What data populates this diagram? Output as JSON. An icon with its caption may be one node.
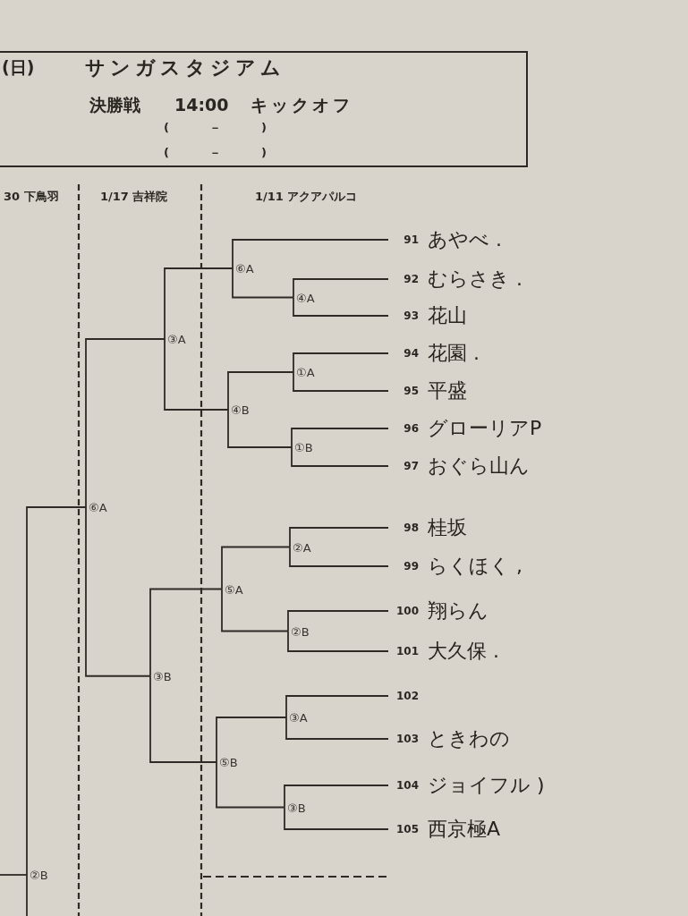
{
  "diagram": {
    "nodes": [
      {
        "text": [
          "(日)",
          "サンガスタジアム",
          "決勝戦",
          "14:00",
          "キックオフ",
          "(　－　)",
          "(　－　)"
        ]
      },
      {
        "text": [
          "91",
          "あやべ ."
        ]
      },
      {
        "text": [
          "92",
          "むらさき ."
        ]
      },
      {
        "text": [
          "93",
          "花山"
        ]
      },
      {
        "text": [
          "94",
          "花園 ."
        ]
      },
      {
        "text": [
          "95",
          "平盛"
        ]
      },
      {
        "text": [
          "96",
          "グローリアP"
        ]
      },
      {
        "text": [
          "97",
          "おぐら山ん"
        ]
      },
      {
        "text": [
          "98",
          "桂坂"
        ]
      },
      {
        "text": [
          "99",
          "らくほく ,"
        ]
      },
      {
        "text": [
          "100",
          "翔らん"
        ]
      },
      {
        "text": [
          "101",
          "大久保 ."
        ]
      },
      {
        "text": [
          "102"
        ]
      },
      {
        "text": [
          "103",
          "ときわの"
        ]
      },
      {
        "text": [
          "104",
          "ジョイフル )"
        ]
      },
      {
        "text": [
          "105",
          "西京極A"
        ]
      },
      {
        "text": [
          "⑥A"
        ]
      },
      {
        "text": [
          "④A"
        ]
      },
      {
        "text": [
          "③A"
        ]
      },
      {
        "text": [
          "①A"
        ]
      },
      {
        "text": [
          "④B"
        ]
      },
      {
        "text": [
          "①B"
        ]
      },
      {
        "text": [
          "⑥A"
        ]
      },
      {
        "text": [
          "②A"
        ]
      },
      {
        "text": [
          "⑤A"
        ]
      },
      {
        "text": [
          "②B"
        ]
      },
      {
        "text": [
          "③B"
        ]
      },
      {
        "text": [
          "③A"
        ]
      },
      {
        "text": [
          "⑤B"
        ]
      },
      {
        "text": [
          "③B"
        ]
      },
      {
        "text": [
          "②B"
        ]
      }
    ],
    "edges": [
      {
        "from": 1,
        "to": 16,
        "arrow": "none"
      },
      {
        "from": 17,
        "to": 16,
        "arrow": "none"
      },
      {
        "from": 2,
        "to": 17,
        "arrow": "none"
      },
      {
        "from": 3,
        "to": 17,
        "arrow": "none"
      },
      {
        "from": 16,
        "to": 18,
        "arrow": "none"
      },
      {
        "from": 20,
        "to": 18,
        "arrow": "none"
      },
      {
        "from": 4,
        "to": 19,
        "arrow": "none"
      },
      {
        "from": 5,
        "to": 19,
        "arrow": "none"
      },
      {
        "from": 19,
        "to": 20,
        "arrow": "none"
      },
      {
        "from": 21,
        "to": 20,
        "arrow": "none"
      },
      {
        "from": 6,
        "to": 21,
        "arrow": "none"
      },
      {
        "from": 7,
        "to": 21,
        "arrow": "none"
      },
      {
        "from": 18,
        "to": 22,
        "arrow": "none"
      },
      {
        "from": 26,
        "to": 22,
        "arrow": "none"
      },
      {
        "from": 8,
        "to": 23,
        "arrow": "none"
      },
      {
        "from": 9,
        "to": 23,
        "arrow": "none"
      },
      {
        "from": 23,
        "to": 24,
        "arrow": "none"
      },
      {
        "from": 25,
        "to": 24,
        "arrow": "none"
      },
      {
        "from": 10,
        "to": 25,
        "arrow": "none"
      },
      {
        "from": 11,
        "to": 25,
        "arrow": "none"
      },
      {
        "from": 24,
        "to": 26,
        "arrow": "none"
      },
      {
        "from": 28,
        "to": 26,
        "arrow": "none"
      },
      {
        "from": 12,
        "to": 27,
        "arrow": "none"
      },
      {
        "from": 13,
        "to": 27,
        "arrow": "none"
      },
      {
        "from": 27,
        "to": 28,
        "arrow": "none"
      },
      {
        "from": 29,
        "to": 28,
        "arrow": "none"
      },
      {
        "from": 14,
        "to": 29,
        "arrow": "none"
      },
      {
        "from": 15,
        "to": 29,
        "arrow": "none"
      },
      {
        "from": 22,
        "to": 30,
        "arrow": "none"
      },
      {
        "from": null,
        "to": 30,
        "arrow": "none"
      },
      {
        "from": 30,
        "to": null,
        "arrow": "none"
      }
    ],
    "labels": [
      "30 下鳥羽",
      "1/17 吉祥院",
      "1/11 アクアパルコ"
    ]
  }
}
